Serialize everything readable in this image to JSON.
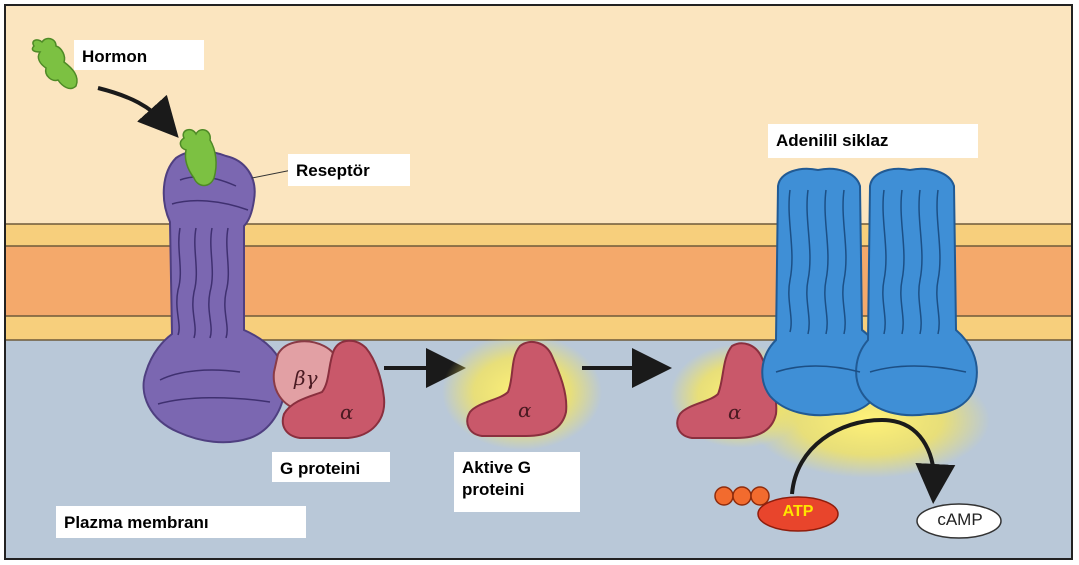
{
  "labels": {
    "hormone": "Hormon",
    "receptor": "Reseptör",
    "adenylyl_cyclase": "Adenilil siklaz",
    "g_protein": "G proteini",
    "active_g_protein_line1": "Aktive G",
    "active_g_protein_line2": "proteini",
    "plasma_membrane": "Plazma membranı"
  },
  "subunits": {
    "beta_gamma": "βγ",
    "alpha": "α"
  },
  "molecules": {
    "atp": "ATP",
    "camp": "cAMP"
  },
  "colors": {
    "extracellular": "#fbe5bf",
    "membrane_outer": "#f7cf7c",
    "membrane_core": "#f4a96b",
    "cytoplasm": "#b9c8d8",
    "hormone": "#7cc142",
    "receptor": "#7b67b1",
    "g_protein": "#c9586a",
    "beta_gamma": "#e2a0a4",
    "adenylyl_cyclase": "#3f8fd6",
    "activation_glow": "#f7e65a",
    "atp": "#e8452c",
    "atp_text": "#ffe400"
  }
}
